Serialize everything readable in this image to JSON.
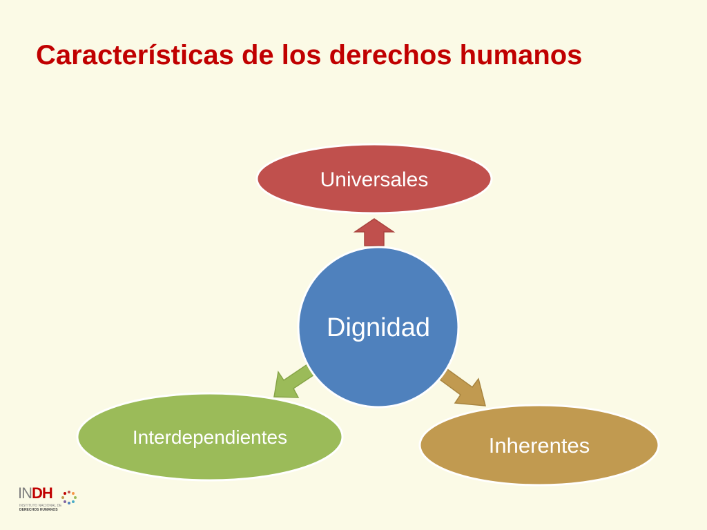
{
  "title": "Características de los derechos humanos",
  "diagram": {
    "center": {
      "label": "Dignidad",
      "color": "#4F81BD"
    },
    "nodes": [
      {
        "label": "Universales",
        "color": "#C0504D"
      },
      {
        "label": "Interdependientes",
        "color": "#9BBB59"
      },
      {
        "label": "Inherentes",
        "color": "#C19A50"
      }
    ]
  },
  "logo": {
    "mark_in": "IN",
    "mark_dh": "DH",
    "line1": "INSTITUTO NACIONAL DE",
    "line2": "DERECHOS HUMANOS"
  },
  "colors": {
    "background": "#FBFAE6",
    "title": "#C00000"
  }
}
